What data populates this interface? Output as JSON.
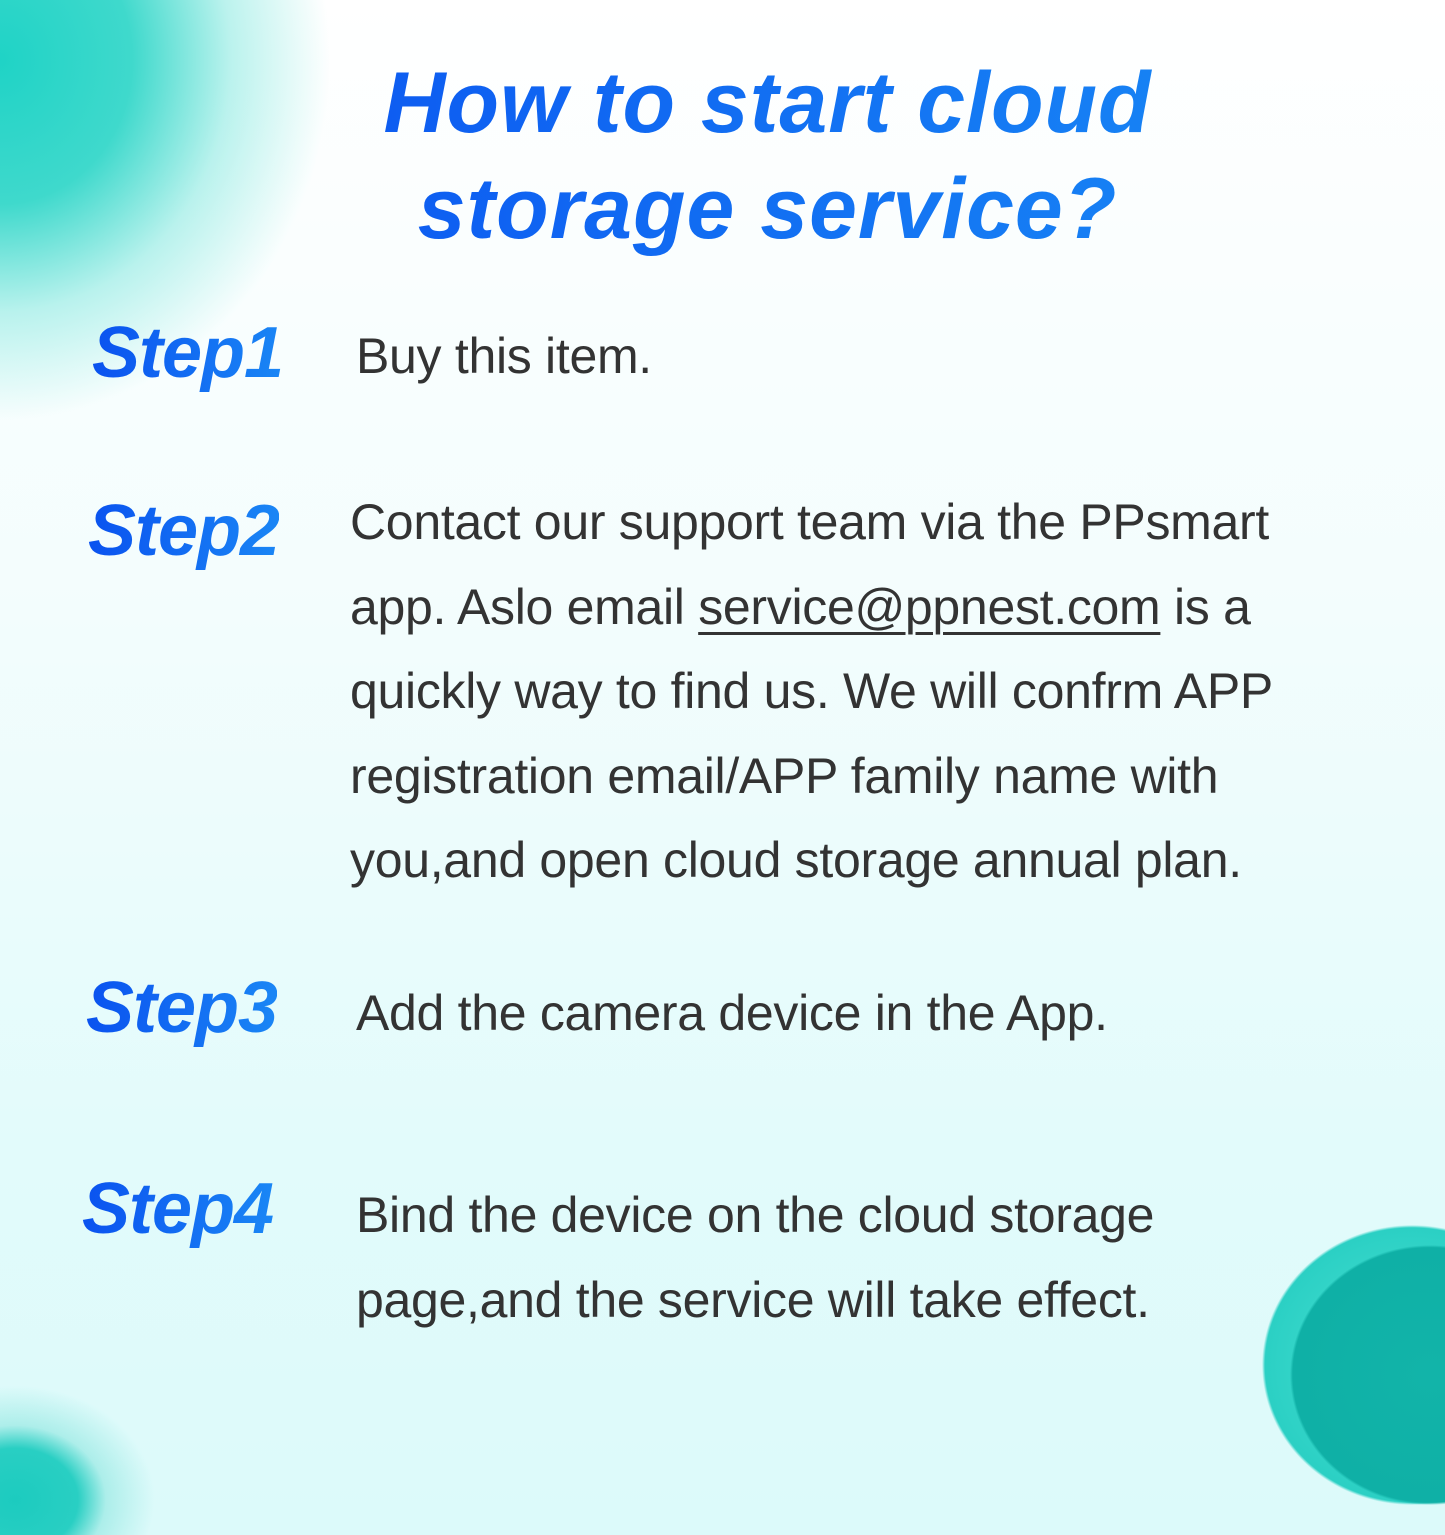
{
  "title": {
    "line1": "How to start cloud",
    "line2": "storage service?"
  },
  "steps": [
    {
      "label": "Step1",
      "lines": [
        "Buy this item."
      ]
    },
    {
      "label": "Step2",
      "line1": "Contact our support team via the PPsmart",
      "line2_pre": "app. Aslo email ",
      "email": "service@ppnest.com",
      "line2_post": " is a",
      "line3": "quickly way to find us. We will confrm APP",
      "line4": "registration email/APP family name with",
      "line5": "you,and open cloud storage annual plan."
    },
    {
      "label": "Step3",
      "lines": [
        "Add the camera device in the App."
      ]
    },
    {
      "label": "Step4",
      "lines": [
        "Bind the device on the cloud storage",
        "page,and the service will take effect."
      ]
    }
  ]
}
